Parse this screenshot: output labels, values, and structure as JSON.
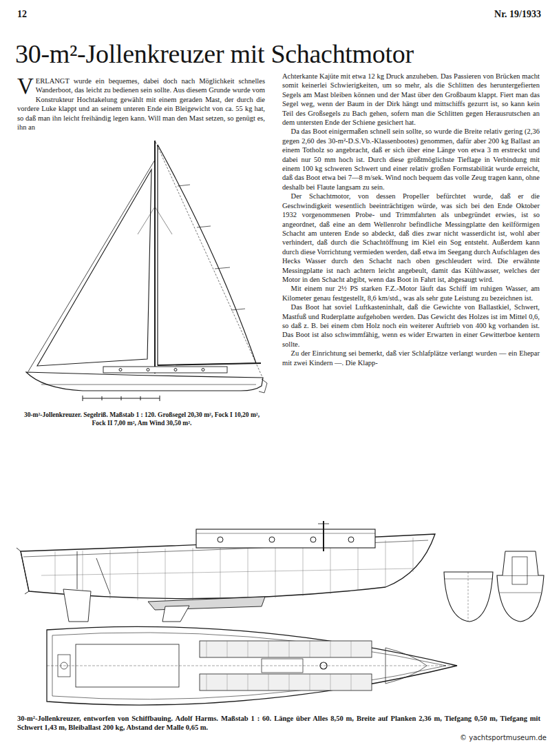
{
  "diagram": {
    "title": "30-m²-Jollenkreuzer mit Schachtmotor",
    "caption": "30-m²-Jollenkreuzer, entworfen von Schiffbauing. Adolf Harms. Maßstab 1 : 60. Länge über Alles 8,50 m, Breite auf Planken 2,36 m, Tiefgang 0,50 m, Tiefgang mit Schwert 1,43 m, Bleiballast 200 kg, Abstand der Malle 0,65 m.",
    "labels": [
      "12",
      "Nr. 19/1933",
      "VERLANGT wurde ein bequemes, dabei doch nach Möglichkeit schnelles Wanderboot, das leicht zu bedienen sein sollte. Aus diesem Grunde wurde vom Konstrukteur Hochtakelung gewählt mit einem geraden Mast, der durch die vordere Luke klappt und an seinem unteren Ende ein Bleigewicht von ca. 55 kg hat, so daß man ihn leicht freihändig legen kann. Will man den Mast setzen, so genügt es, ihn an",
      "Achterkante Kajüte mit etwa 12 kg Druck anzuheben. Das Passieren von Brücken macht somit keinerlei Schwierigkeiten, um so mehr, als die Schlitten des heruntergefierten Segels am Mast bleiben können und der Mast über den Großbaum klappt. Fiert man das Segel weg, wenn der Baum in der Dirk hängt und mittschiffs gezurrt ist, so kann kein Teil des Großsegels zu Bach gehen, sofern man die Schlitten gegen Herausrutschen an dem untersten Ende der Schiene gesichert hat.",
      "Da das Boot einigermaßen schnell sein sollte, so wurde die Breite relativ gering (2,36 gegen 2,60 des 30-m²-D.S.Vb.-Klassenbootes) genommen, dafür aber 200 kg Ballast an einem Totholz so angebracht, daß er sich über eine Länge von etwa 3 m erstreckt und dabei nur 50 mm hoch ist. Durch diese größtmöglichste Tieflage in Verbindung mit einem 100 kg schweren Schwert und einer relativ großen Formstabilität wurde erreicht, daß das Boot etwa bei 7—8 m/sek. Wind noch bequem das volle Zeug tragen kann, ohne deshalb bei Flaute langsam zu sein.",
      "Der Schachtmotor, von dessen Propeller befürchtet wurde, daß er die Geschwindigkeit wesentlich beeinträchtigen würde, was sich bei den Ende Oktober 1932 vorgenommenen Probe- und Trimmfahrten als unbegründet erwies, ist so angeordnet, daß eine an dem Wellenrohr befindliche Messingplatte den keilförmigen Schacht am unteren Ende so abdeckt, daß dies zwar nicht wasserdicht ist, wohl aber verhindert, daß durch die Schachtöffnung im Kiel ein Sog entsteht. Außerdem kann durch diese Vorrichtung vermieden werden, daß etwa im Seegang durch Aufschlagen des Hecks Wasser durch den Schacht nach oben geschleudert wird. Die erwähnte Messingplatte ist nach achtern leicht angebeult, damit das Kühlwasser, welches der Motor in den Schacht abgibt, wenn das Boot in Fahrt ist, abgesaugt wird.",
      "Mit einem nur 2½ PS starken F.Z.-Motor läuft das Schiff im ruhigen Wasser, am Kilometer genau festgestellt, 8,6 km/std., was als sehr gute Leistung zu bezeichnen ist.",
      "Das Boot hat soviel Luftkasteninhalt, daß die Gewichte von Ballastkiel, Schwert, Mastfuß und Ruderplatte aufgehoben werden. Das Gewicht des Holzes ist im Mittel 0,6, so daß z. B. bei einem cbm Holz noch ein weiterer Auftrieb von 400 kg vorhanden ist. Das Boot ist also schwimmfähig, wenn es wider Erwarten in einer Gewitterboe kentern sollte.",
      "Zu der Einrichtung sei bemerkt, daß vier Schlafplätze verlangt wurden — ein Ehepar mit zwei Kindern —. Die Klapp-",
      "30-m²-Jollenkreuzer. Segelriß. Maßstab 1 : 120. Großsegel 20,30 m², Fock I 10,20 m², Fock II 7,00 m², Am Wind 30,50 m².",
      "© yachtsportmuseum.de"
    ]
  }
}
